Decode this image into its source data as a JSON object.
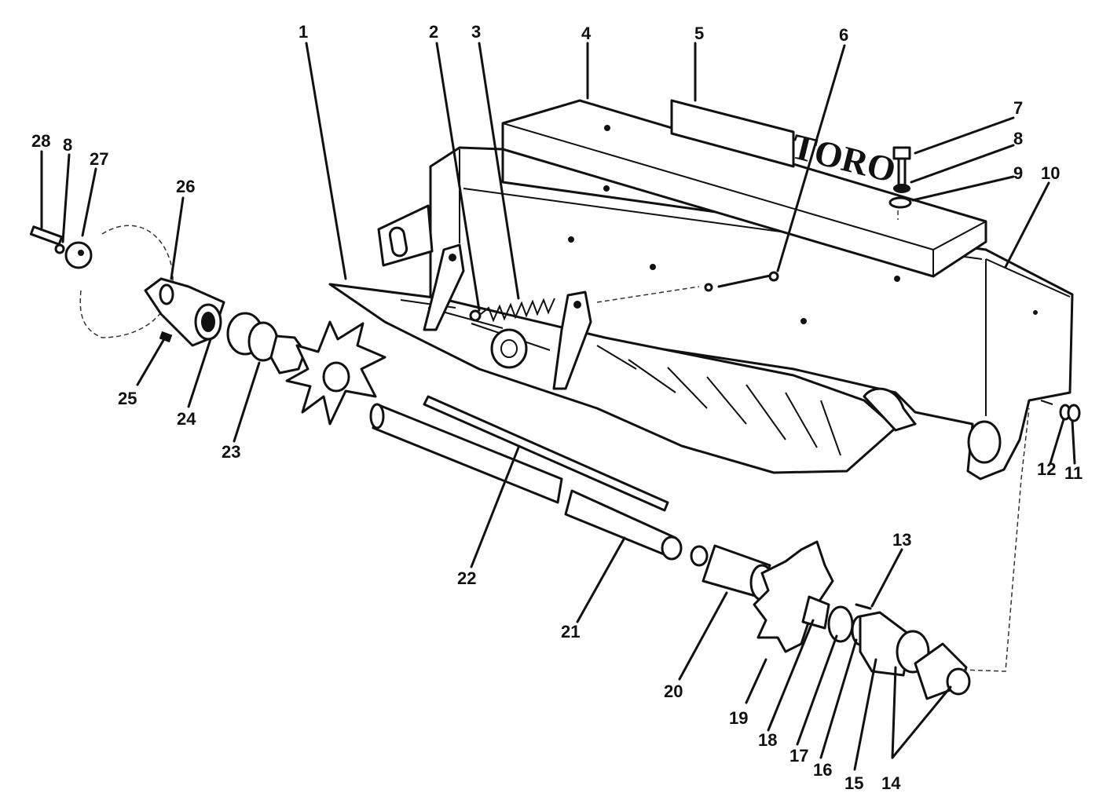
{
  "diagram": {
    "logo_text": "TORO",
    "callouts": [
      {
        "id": "1",
        "label": "1"
      },
      {
        "id": "2",
        "label": "2"
      },
      {
        "id": "3",
        "label": "3"
      },
      {
        "id": "4",
        "label": "4"
      },
      {
        "id": "5",
        "label": "5"
      },
      {
        "id": "6",
        "label": "6"
      },
      {
        "id": "7",
        "label": "7"
      },
      {
        "id": "8a",
        "label": "8"
      },
      {
        "id": "9",
        "label": "9"
      },
      {
        "id": "10",
        "label": "10"
      },
      {
        "id": "11",
        "label": "11"
      },
      {
        "id": "12",
        "label": "12"
      },
      {
        "id": "13",
        "label": "13"
      },
      {
        "id": "14",
        "label": "14"
      },
      {
        "id": "15",
        "label": "15"
      },
      {
        "id": "16",
        "label": "16"
      },
      {
        "id": "17",
        "label": "17"
      },
      {
        "id": "18",
        "label": "18"
      },
      {
        "id": "19",
        "label": "19"
      },
      {
        "id": "20",
        "label": "20"
      },
      {
        "id": "21",
        "label": "21"
      },
      {
        "id": "22",
        "label": "22"
      },
      {
        "id": "23",
        "label": "23"
      },
      {
        "id": "24",
        "label": "24"
      },
      {
        "id": "25",
        "label": "25"
      },
      {
        "id": "26",
        "label": "26"
      },
      {
        "id": "27",
        "label": "27"
      },
      {
        "id": "28",
        "label": "28"
      },
      {
        "id": "8b",
        "label": "8"
      }
    ]
  },
  "colors": {
    "line": "#111111",
    "background": "#ffffff"
  }
}
